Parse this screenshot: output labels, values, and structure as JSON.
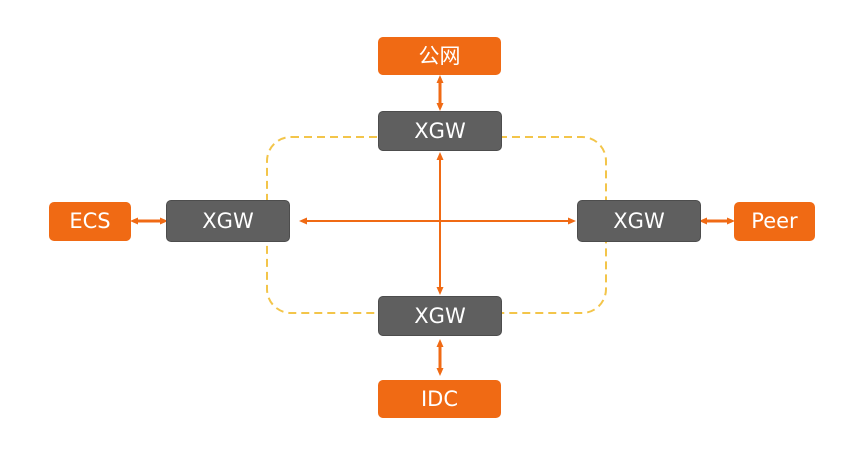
{
  "colors": {
    "orange": "#f06a14",
    "gateway_gray": "#5f5f5f",
    "dashed_region": "#f3c54a",
    "connector": "#f06a14"
  },
  "nodes": {
    "internet": "公网",
    "ecs": "ECS",
    "peer": "Peer",
    "idc": "IDC",
    "xgw_top": "XGW",
    "xgw_left": "XGW",
    "xgw_right": "XGW",
    "xgw_bottom": "XGW"
  }
}
